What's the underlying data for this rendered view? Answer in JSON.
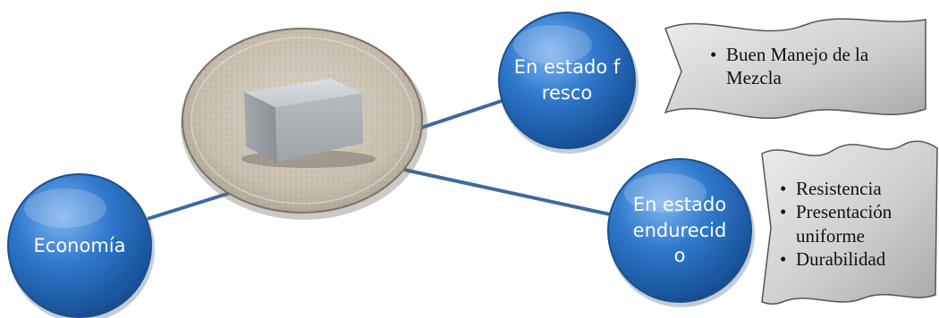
{
  "nodes": {
    "fresh_state": {
      "label": "En estado fresco"
    },
    "hardened_state": {
      "label": "En estado endurecido"
    },
    "economy": {
      "label": "Economía"
    }
  },
  "callouts": {
    "fresh_state": {
      "bullets": [
        "Buen Manejo de la Mezcla"
      ]
    },
    "hardened_state": {
      "bullets": [
        "Resistencia",
        "Presentación uniforme",
        "Durabilidad"
      ]
    }
  },
  "image": {
    "description_icon": "concrete-block-sample-photo"
  },
  "colors": {
    "node_fill": "#2e74c4",
    "node_stroke": "#1d4f8a",
    "connector": "#3d6a9e",
    "banner_fill": "#d2d2d2",
    "banner_stroke": "#555555"
  }
}
